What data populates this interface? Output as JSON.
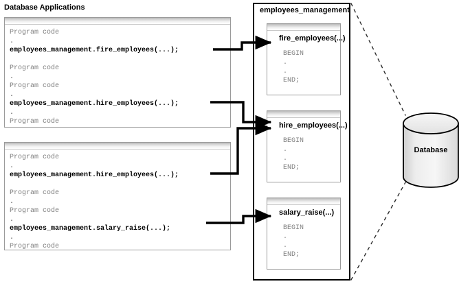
{
  "diagram": {
    "title": "Database Applications",
    "package_title": "employees_management",
    "database_label": "Database"
  },
  "applications": [
    {
      "name": "application-box-1",
      "lines": [
        {
          "kind": "plain",
          "text": "Program code"
        },
        {
          "kind": "dot",
          "text": "."
        },
        {
          "kind": "call",
          "text": "employees_management.fire_employees(...);"
        },
        {
          "kind": "blank",
          "text": " "
        },
        {
          "kind": "plain",
          "text": "Program code"
        },
        {
          "kind": "dot",
          "text": "."
        },
        {
          "kind": "plain",
          "text": "Program code"
        },
        {
          "kind": "dot",
          "text": "."
        },
        {
          "kind": "call",
          "text": "employees_management.hire_employees(...);"
        },
        {
          "kind": "dot",
          "text": "."
        },
        {
          "kind": "plain",
          "text": "Program code"
        }
      ]
    },
    {
      "name": "application-box-2",
      "lines": [
        {
          "kind": "plain",
          "text": "Program code"
        },
        {
          "kind": "dot",
          "text": "."
        },
        {
          "kind": "call",
          "text": "employees_management.hire_employees(...);"
        },
        {
          "kind": "blank",
          "text": " "
        },
        {
          "kind": "plain",
          "text": "Program code"
        },
        {
          "kind": "dot",
          "text": "."
        },
        {
          "kind": "plain",
          "text": "Program code"
        },
        {
          "kind": "dot",
          "text": "."
        },
        {
          "kind": "call",
          "text": "employees_management.salary_raise(...);"
        },
        {
          "kind": "dot",
          "text": "."
        },
        {
          "kind": "plain",
          "text": "Program code"
        }
      ]
    }
  ],
  "procedures": [
    {
      "name": "fire_employees(...)",
      "body": "BEGIN\n.\n.\nEND;"
    },
    {
      "name": "hire_employees(...)",
      "body": "BEGIN\n.\n.\nEND;"
    },
    {
      "name": "salary_raise(...)",
      "body": "BEGIN\n.\n.\nEND;"
    }
  ],
  "colors": {
    "line": "#000000",
    "box_border": "#9a9a9a",
    "package_border": "#000000",
    "code_plain": "#808080",
    "cylinder_fill_light": "#f4f4f4",
    "cylinder_fill_dark": "#cfcfcf"
  }
}
